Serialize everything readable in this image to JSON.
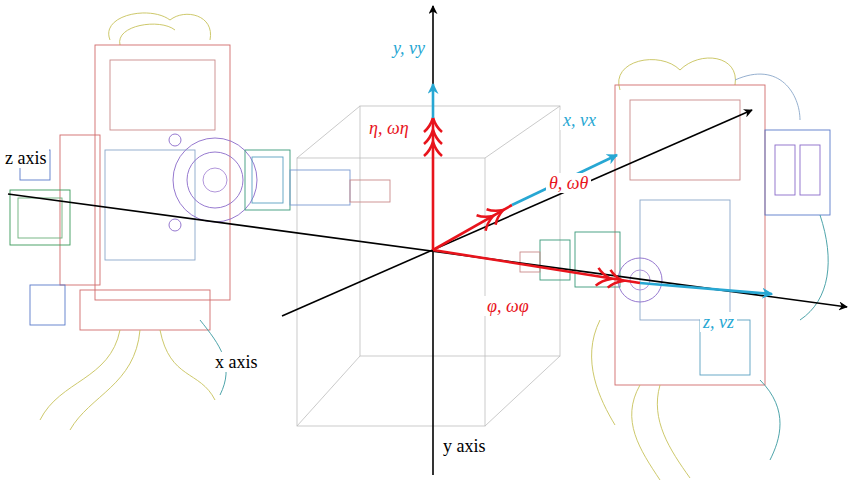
{
  "diagram": {
    "labels": [
      "z axis",
      "x axis",
      "y axis",
      "y, vy",
      "x, vx",
      "z, vz",
      "η, ωη",
      "θ, ωθ",
      "φ, ωφ"
    ]
  }
}
